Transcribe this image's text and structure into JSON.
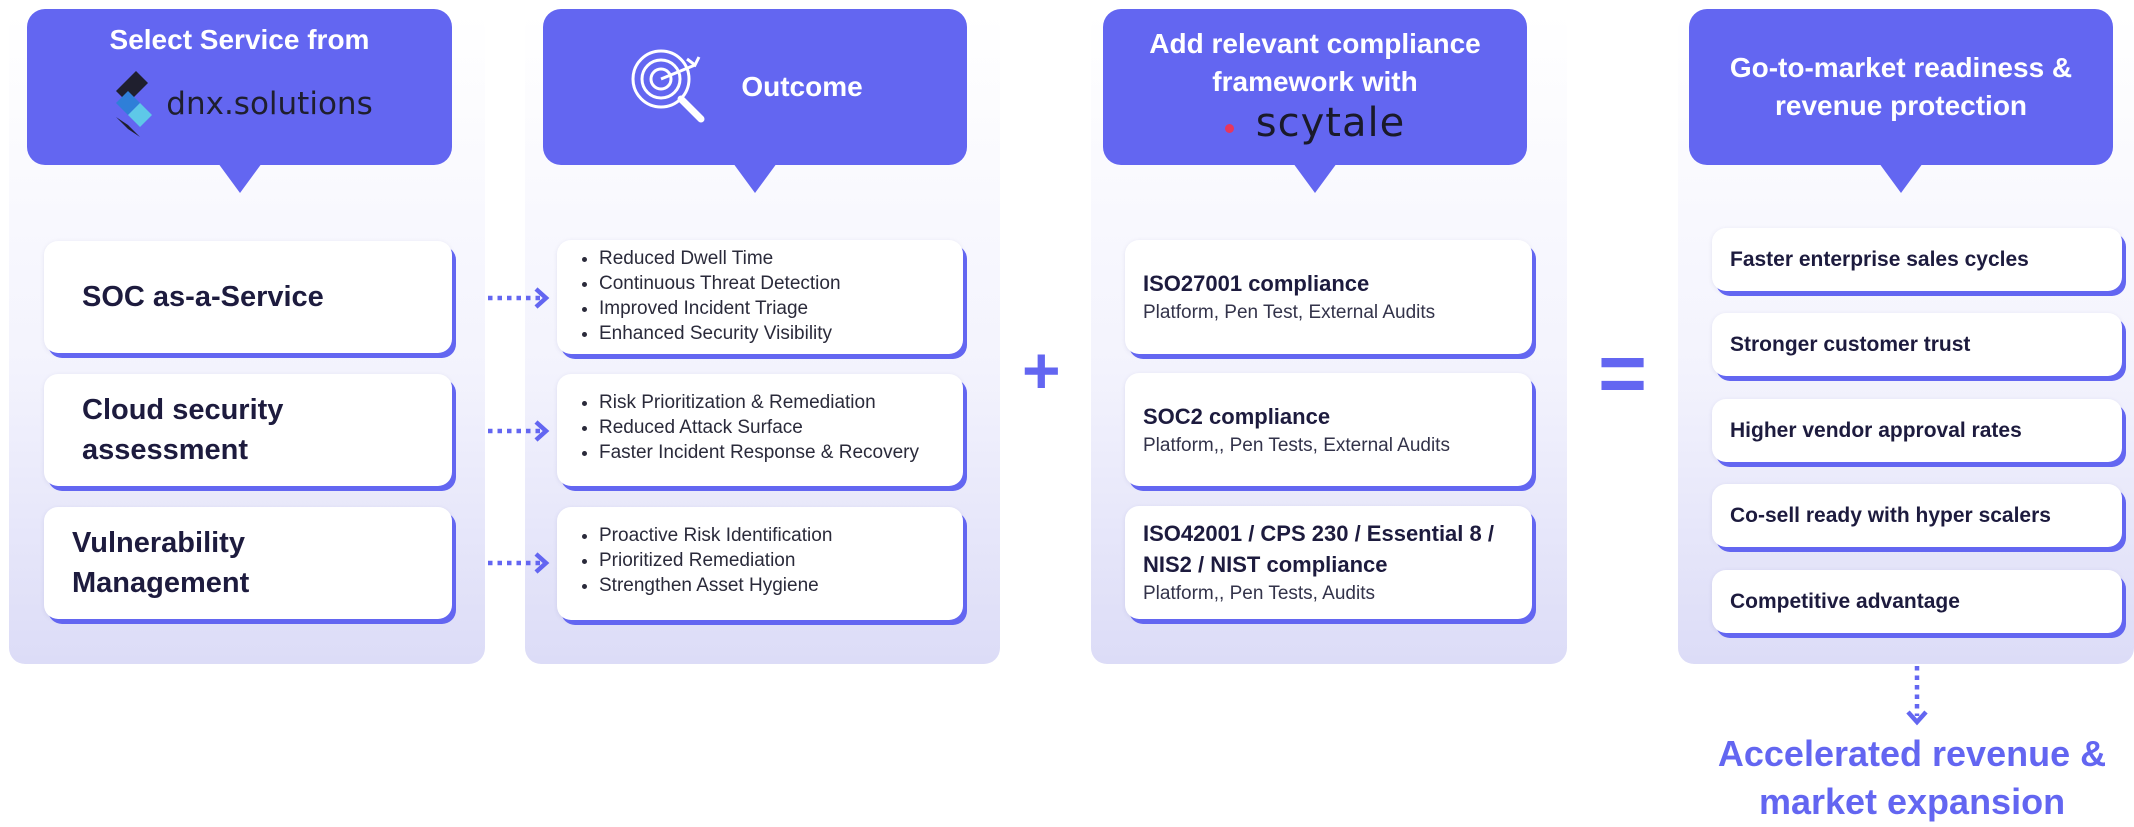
{
  "colors": {
    "accent": "#6366f1",
    "card": "#ffffff",
    "text": "#1d1b3e"
  },
  "col1": {
    "title": "Select Service from",
    "logo_text": "dnx.solutions",
    "services": [
      "SOC as-a-Service",
      "Cloud security assessment",
      "Vulnerability Management"
    ]
  },
  "col2": {
    "title": "Outcome",
    "icon": "target-search-icon",
    "groups": [
      [
        "Reduced Dwell Time",
        "Continuous Threat Detection",
        "Improved Incident Triage",
        "Enhanced Security Visibility"
      ],
      [
        "Risk Prioritization & Remediation",
        "Reduced Attack Surface",
        "Faster Incident Response & Recovery"
      ],
      [
        "Proactive Risk Identification",
        "Prioritized Remediation",
        "Strengthen Asset Hygiene"
      ]
    ]
  },
  "col3": {
    "title_line1": "Add relevant compliance",
    "title_line2": "framework with",
    "logo_text": "scytale",
    "items": [
      {
        "title": "ISO27001 compliance",
        "sub": "Platform, Pen Test, External Audits"
      },
      {
        "title": "SOC2 compliance",
        "sub": "Platform,, Pen Tests, External Audits"
      },
      {
        "title": "ISO42001 / CPS 230 / Essential 8 / NIS2 / NIST compliance",
        "sub": "Platform,, Pen Tests, Audits"
      }
    ]
  },
  "col4": {
    "title": "Go-to-market readiness & revenue protection",
    "items": [
      "Faster enterprise sales cycles",
      "Stronger customer trust",
      "Higher vendor approval rates",
      "Co-sell ready with hyper scalers",
      "Competitive advantage"
    ]
  },
  "operators": {
    "plus": "+",
    "equals": "="
  },
  "final": "Accelerated revenue & market expansion"
}
